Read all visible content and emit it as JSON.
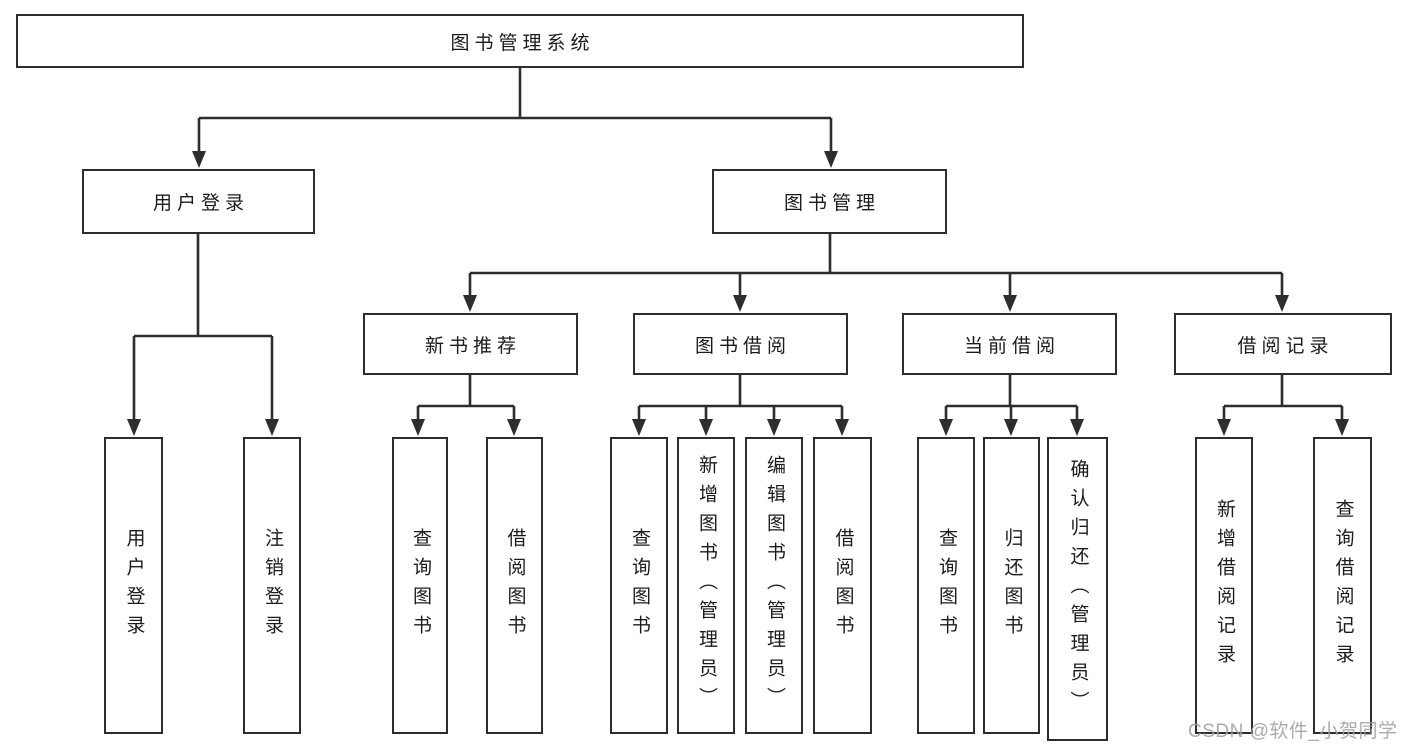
{
  "tree": {
    "label": "图书管理系统",
    "children": [
      {
        "label": "用户登录",
        "children": [
          {
            "label": "用户登录"
          },
          {
            "label": "注销登录"
          }
        ]
      },
      {
        "label": "图书管理",
        "children": [
          {
            "label": "新书推荐",
            "children": [
              {
                "label": "查询图书"
              },
              {
                "label": "借阅图书"
              }
            ]
          },
          {
            "label": "图书借阅",
            "children": [
              {
                "label": "查询图书"
              },
              {
                "label": "新增图书（管理员）"
              },
              {
                "label": "编辑图书（管理员）"
              },
              {
                "label": "借阅图书"
              }
            ]
          },
          {
            "label": "当前借阅",
            "children": [
              {
                "label": "查询图书"
              },
              {
                "label": "归还图书"
              },
              {
                "label": "确认归还（管理员）"
              }
            ]
          },
          {
            "label": "借阅记录",
            "children": [
              {
                "label": "新增借阅记录"
              },
              {
                "label": "查询借阅记录"
              }
            ]
          }
        ]
      }
    ]
  },
  "watermark": {
    "text": "CSDN @软件_小贺同学"
  },
  "style": {
    "line_color": "#2d2d2d",
    "text_color": "#1b1b1b",
    "watermark_color": "#a3a3a3",
    "background": "#ffffff"
  }
}
